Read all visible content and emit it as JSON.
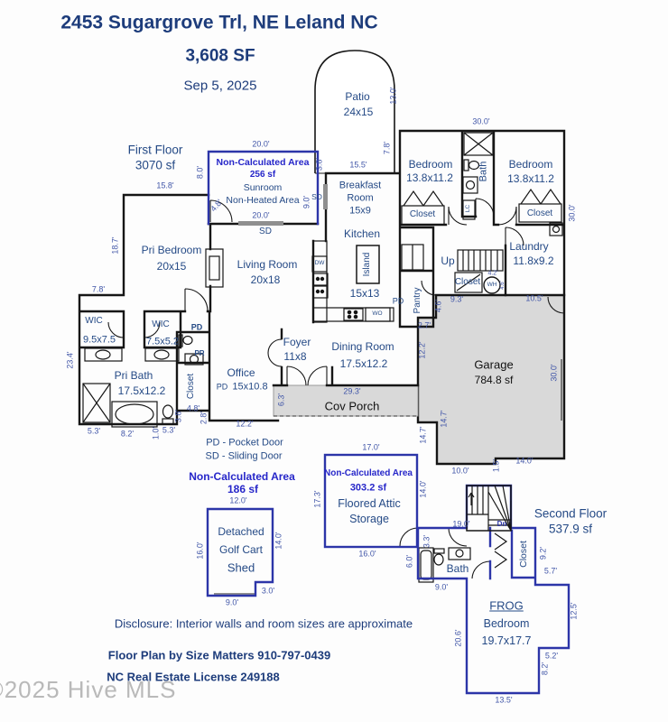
{
  "header": {
    "address": "2453 Sugargrove Trl, NE Leland NC",
    "sqft": "3,608 SF",
    "date": "Sep 5, 2025"
  },
  "floors": {
    "first": {
      "name": "First Floor",
      "area": "3070 sf"
    },
    "second": {
      "name": "Second Floor",
      "area": "537.9 sf"
    }
  },
  "rooms": {
    "patio": {
      "name": "Patio",
      "dims": "24x15"
    },
    "sunroom": {
      "title": "Non-Calculated Area",
      "area": "256 sf",
      "line1": "Sunroom",
      "line2": "Non-Heated Area"
    },
    "breakfast": {
      "name": "Breakfast",
      "name2": "Room",
      "dims": "15x9"
    },
    "bedroom_left": {
      "name": "Bedroom",
      "dims": "13.8x11.2"
    },
    "bedroom_right": {
      "name": "Bedroom",
      "dims": "13.8x11.2"
    },
    "bath": {
      "name": "Bath"
    },
    "laundry": {
      "name": "Laundry",
      "dims": "11.8x9.2"
    },
    "kitchen": {
      "name": "Kitchen",
      "dims": "15x13",
      "island": "Island"
    },
    "pantry": {
      "name": "Pantry"
    },
    "pri_bedroom": {
      "name": "Pri Bedroom",
      "dims": "20x15"
    },
    "living": {
      "name": "Living Room",
      "dims": "20x18"
    },
    "wic1": {
      "name": "WIC",
      "dims": "9.5x7.5"
    },
    "wic2": {
      "name": "WIC",
      "dims": "7.5x5.2"
    },
    "pri_bath": {
      "name": "Pri Bath",
      "dims": "17.5x12.2"
    },
    "office": {
      "name": "Office",
      "dims": "15x10.8"
    },
    "foyer": {
      "name": "Foyer",
      "dims": "11x8"
    },
    "dining": {
      "name": "Dining Room",
      "dims": "17.5x12.2"
    },
    "porch": {
      "name": "Cov Porch",
      "len": "29.3'"
    },
    "garage": {
      "name": "Garage",
      "area": "784.8 sf"
    },
    "attic": {
      "title": "Non-Calculated Area",
      "area": "303.2 sf",
      "line1": "Floored Attic",
      "line2": "Storage"
    },
    "shed": {
      "title": "Non-Calculated Area",
      "area": "186 sf",
      "line1": "Detached",
      "line2": "Golf Cart",
      "line3": "Shed"
    },
    "frog": {
      "name": "FROG",
      "line2": "Bedroom",
      "dims": "19.7x17.7"
    },
    "bath2": {
      "name": "Bath"
    }
  },
  "labels": {
    "closet": "Closet",
    "up": "Up",
    "dn": "Dn",
    "wh": "WH",
    "pd": "PD",
    "sd": "SD",
    "pr": "PR",
    "dw": "DW",
    "wo": "WO",
    "lc": "LC"
  },
  "legend": {
    "pd": "PD - Pocket Door",
    "sd": "SD - Sliding Door"
  },
  "dims": {
    "patio_right_top": "13.0'",
    "patio_right_bot": "7.8'",
    "sun_top": "20.0'",
    "sun_left": "8.0'",
    "sun_gap": "3.8'",
    "sun_right": "9.0'",
    "sun_door": "4.8'",
    "sun_bottom": "20.0'",
    "breakfast_top": "15.5'",
    "wing_top": "30.0'",
    "wing_right": "30.0'",
    "ff_top": "15.8'",
    "pri_left": "18.7'",
    "left_step": "7.8'",
    "left_side": "23.4'",
    "bath_b1": "5.3'",
    "bath_b2": "8.2'",
    "bath_b3": "1.0'",
    "bath_b4": "5.3'",
    "col_1": "4.8'",
    "col_2": "3.8'",
    "col_3": "2.8'",
    "office_bottom": "12.2'",
    "porch_left": "6.3'",
    "porch_right": "14.7'",
    "garage_left_low": "14.7'",
    "garage_nw1": "2.7'",
    "garage_nw2": "12.2'",
    "hall_b1": "9.3'",
    "hall_b2": "4.6'",
    "wh_top": "4.2'",
    "wh_side": "4.6'",
    "garage_top": "10.5'",
    "garage_right": "30.0'",
    "garage_b1": "10.0'",
    "garage_b2": "1.5'",
    "garage_b3": "14.0'",
    "attic_top": "17.0'",
    "attic_left": "17.3'",
    "attic_right": "14.0'",
    "attic_bottom": "16.0'",
    "shed_top": "12.0'",
    "shed_left": "16.0'",
    "shed_right": "14.0'",
    "shed_notch": "3.0'",
    "shed_bottom": "9.0'",
    "sf_stair": "19.0'",
    "sf_1": "3.3'",
    "sf_2": "6.0'",
    "sf_3": "9.0'",
    "sf_4": "9.2'",
    "sf_5": "5.7'",
    "sf_6": "12.5'",
    "sf_7": "5.2'",
    "sf_8": "8.2'",
    "sf_9": "13.5'",
    "sf_10": "20.6'"
  },
  "footer": {
    "disclosure": "Disclosure: Interior walls and room sizes are approximate",
    "credit1": "Floor Plan by Size Matters 910-797-0439",
    "credit2": "NC Real Estate License 249188",
    "watermark": "©2025 Hive MLS"
  },
  "colors": {
    "wall": "#161616",
    "blue_wall": "#2c35a8",
    "room_text": "#254a86",
    "dim_text": "#4156a8",
    "noncalc_text": "#2626c9",
    "gray_fill": "#d9d9d9"
  }
}
